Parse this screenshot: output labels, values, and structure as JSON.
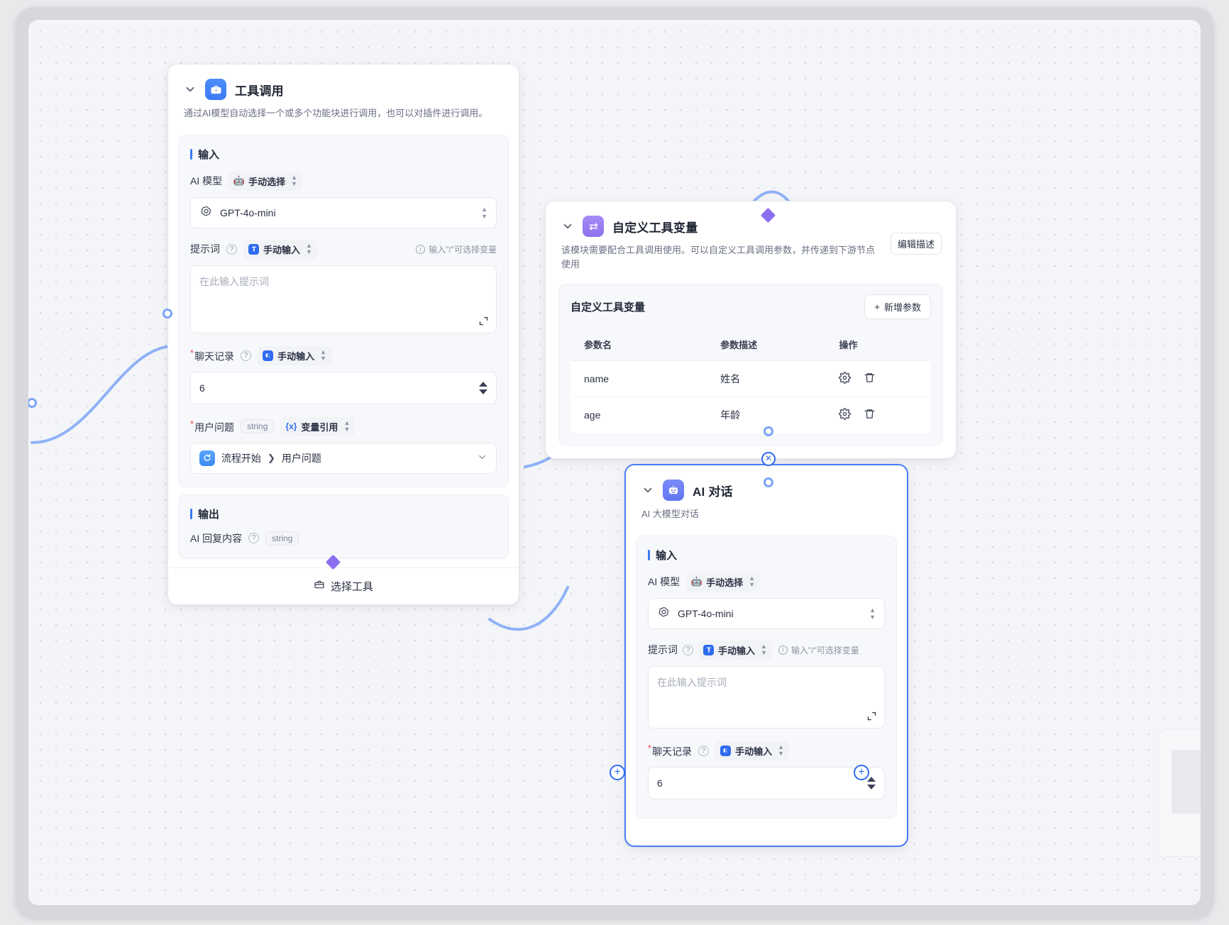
{
  "canvas": {
    "hint_input_variable": "输入\"/\"可选择变量"
  },
  "nodes": {
    "tool_call": {
      "title": "工具调用",
      "description": "通过AI模型自动选择一个或多个功能块进行调用，也可以对插件进行调用。",
      "icon": "toolbox-icon",
      "input_section_label": "输入",
      "output_section_label": "输出",
      "fields": {
        "ai_model_label": "AI 模型",
        "ai_model_mode": "手动选择",
        "ai_model_value": "GPT-4o-mini",
        "prompt_label": "提示词",
        "prompt_mode": "手动输入",
        "prompt_placeholder": "在此输入提示词",
        "prompt_hint": "输入\"/\"可选择变量",
        "chat_history_label": "聊天记录",
        "chat_history_mode": "手动输入",
        "chat_history_value": "6",
        "user_question_label": "用户问题",
        "user_question_type": "string",
        "user_question_mode": "变量引用",
        "user_question_ref_source": "流程开始",
        "user_question_ref_sep": "❯",
        "user_question_ref_field": "用户问题"
      },
      "output": {
        "label": "AI 回复内容",
        "type": "string"
      },
      "footer_button": "选择工具"
    },
    "custom_tool_var": {
      "title": "自定义工具变量",
      "description": "该模块需要配合工具调用使用。可以自定义工具调用参数，并传递到下游节点使用",
      "icon": "variable-icon",
      "edit_desc_button": "编辑描述",
      "panel_title": "自定义工具变量",
      "add_param_button": "新增参数",
      "table": {
        "columns": [
          "参数名",
          "参数描述",
          "操作"
        ],
        "rows": [
          {
            "name": "name",
            "desc": "姓名"
          },
          {
            "name": "age",
            "desc": "年龄"
          }
        ]
      }
    },
    "ai_chat": {
      "title": "AI 对话",
      "description": "AI 大模型对话",
      "icon": "robot-icon",
      "input_section_label": "输入",
      "fields": {
        "ai_model_label": "AI 模型",
        "ai_model_mode": "手动选择",
        "ai_model_value": "GPT-4o-mini",
        "prompt_label": "提示词",
        "prompt_mode": "手动输入",
        "prompt_placeholder": "在此输入提示词",
        "prompt_hint": "输入\"/\"可选择变量",
        "chat_history_label": "聊天记录",
        "chat_history_mode": "手动输入",
        "chat_history_value": "6"
      }
    }
  },
  "colors": {
    "accent_blue": "#3c7af5",
    "accent_purple": "#8b6ff0",
    "edge_blue": "#8fb2f7",
    "required_red": "#f04848"
  }
}
